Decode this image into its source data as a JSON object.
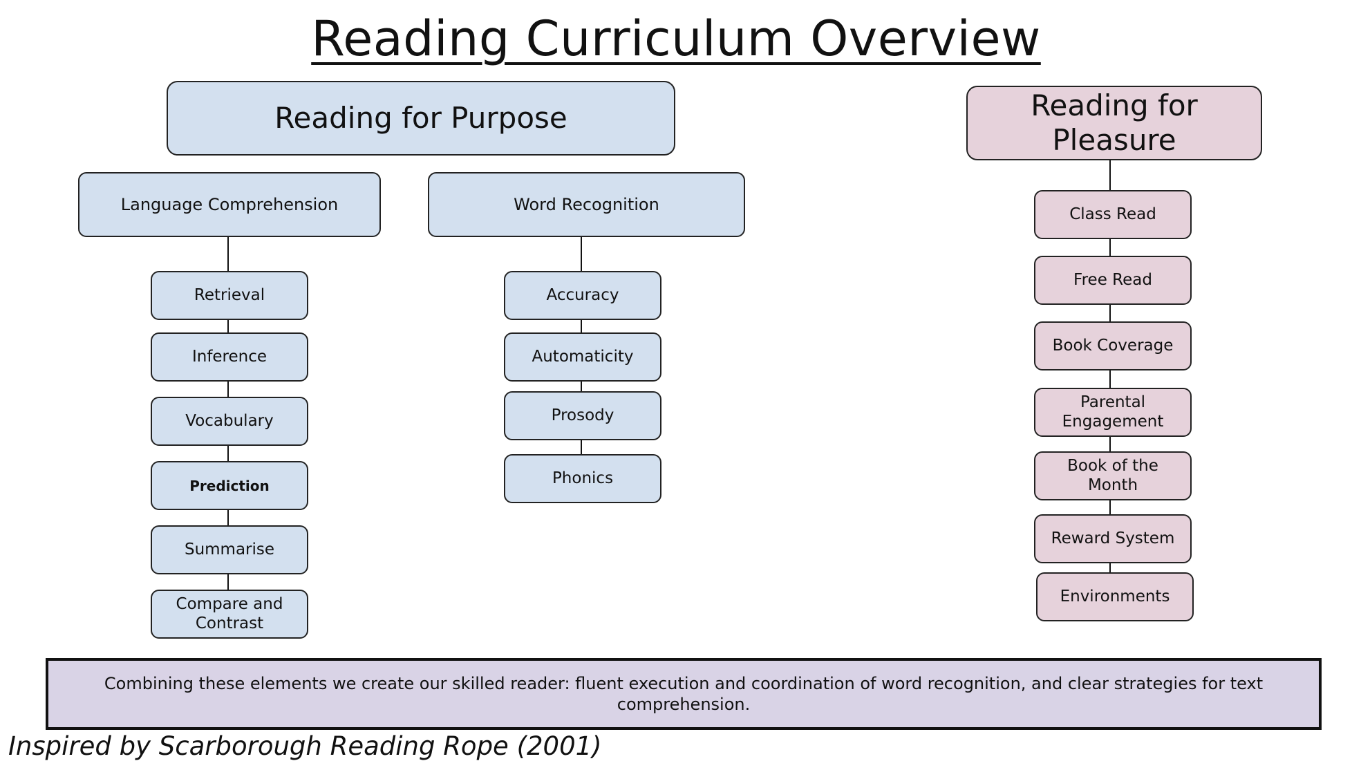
{
  "title": "Reading Curriculum Overview",
  "colors": {
    "purpose": "#d3e0ef",
    "pleasure": "#e6d2db",
    "summary": "#d9d3e6",
    "border": "#222222"
  },
  "purpose": {
    "label": "Reading for Purpose",
    "language": {
      "label": "Language Comprehension",
      "items": [
        "Retrieval",
        "Inference",
        "Vocabulary",
        "Prediction",
        "Summarise",
        "Compare and Contrast"
      ]
    },
    "word": {
      "label": "Word Recognition",
      "items": [
        "Accuracy",
        "Automaticity",
        "Prosody",
        "Phonics"
      ]
    }
  },
  "pleasure": {
    "label": "Reading for Pleasure",
    "items": [
      "Class Read",
      "Free Read",
      "Book Coverage",
      "Parental Engagement",
      "Book of the Month",
      "Reward System",
      "Environments"
    ]
  },
  "summary": "Combining these elements we create our skilled reader: fluent execution and coordination of word recognition, and clear strategies for text comprehension.",
  "footer": "Inspired by Scarborough Reading Rope (2001)"
}
